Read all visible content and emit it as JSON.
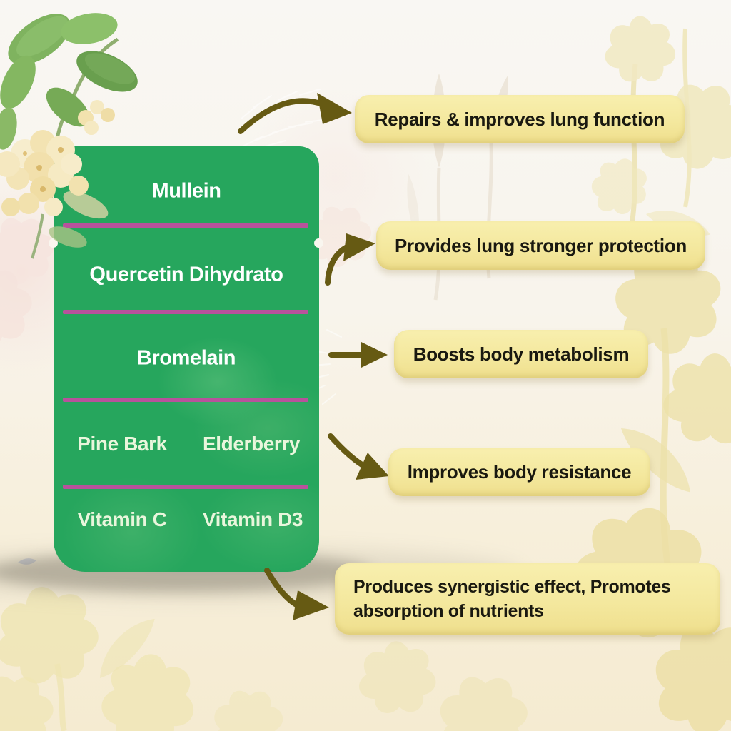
{
  "title": "Lung supplement ingredients and benefits infographic",
  "panel": {
    "rows": [
      {
        "labels": [
          "Mullein"
        ]
      },
      {
        "labels": [
          "Quercetin Dihydrato"
        ]
      },
      {
        "labels": [
          "Bromelain"
        ]
      },
      {
        "labels": [
          "Pine Bark",
          "Elderberry"
        ]
      },
      {
        "labels": [
          "Vitamin C",
          "Vitamin D3"
        ]
      }
    ]
  },
  "benefits": [
    {
      "label": "Repairs & improves lung function"
    },
    {
      "label": "Provides lung stronger protection"
    },
    {
      "label": "Boosts body metabolism"
    },
    {
      "label": "Improves body resistance"
    },
    {
      "label": "Produces synergistic effect, Promotes absorption of nutrients"
    }
  ],
  "colors": {
    "panel_green": "#26a65d",
    "divider_magenta": "#b8529c",
    "benefit_yellow": "#f4e89e",
    "arrow_olive": "#665a13",
    "panel_text_white": "#ffffff",
    "panel_text_cream": "#e9f6dc",
    "benefit_text": "#1a1910",
    "background_top": "#f9f7f3",
    "background_bottom": "#f5ebd1"
  }
}
